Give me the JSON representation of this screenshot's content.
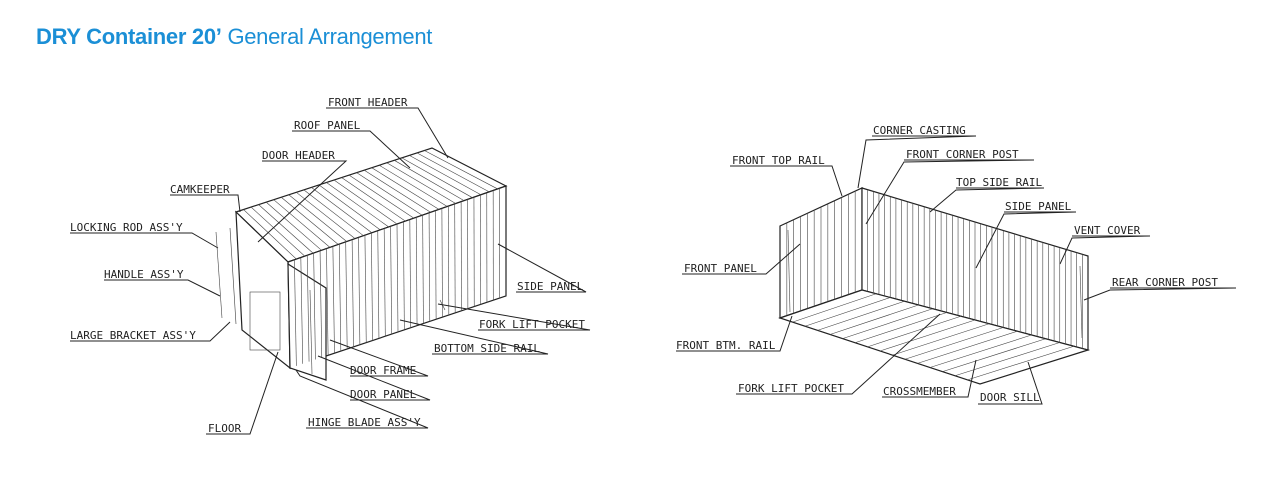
{
  "title": {
    "bold": "DRY Container 20’",
    "light": "General Arrangement",
    "color": "#1b8fd6"
  },
  "left_labels": {
    "front_header": "FRONT HEADER",
    "roof_panel": "ROOF PANEL",
    "door_header": "DOOR HEADER",
    "camkeeper": "CAMKEEPER",
    "locking_rod": "LOCKING ROD ASS'Y",
    "handle": "HANDLE ASS'Y",
    "large_bracket": "LARGE BRACKET ASS'Y",
    "side_panel": "SIDE PANEL",
    "fork_lift_pocket": "FORK LIFT POCKET",
    "bottom_side_rail": "BOTTOM SIDE RAIL",
    "door_frame": "DOOR FRAME",
    "door_panel": "DOOR PANEL",
    "hinge_blade": "HINGE BLADE ASS'Y",
    "floor": "FLOOR"
  },
  "right_labels": {
    "corner_casting": "CORNER CASTING",
    "front_top_rail": "FRONT TOP RAIL",
    "front_corner_post": "FRONT CORNER POST",
    "top_side_rail": "TOP SIDE RAIL",
    "side_panel": "SIDE PANEL",
    "vent_cover": "VENT COVER",
    "front_panel": "FRONT PANEL",
    "rear_corner_post": "REAR CORNER POST",
    "front_btm_rail": "FRONT BTM. RAIL",
    "fork_lift_pocket": "FORK LIFT POCKET",
    "crossmember": "CROSSMEMBER",
    "door_sill": "DOOR SILL"
  }
}
